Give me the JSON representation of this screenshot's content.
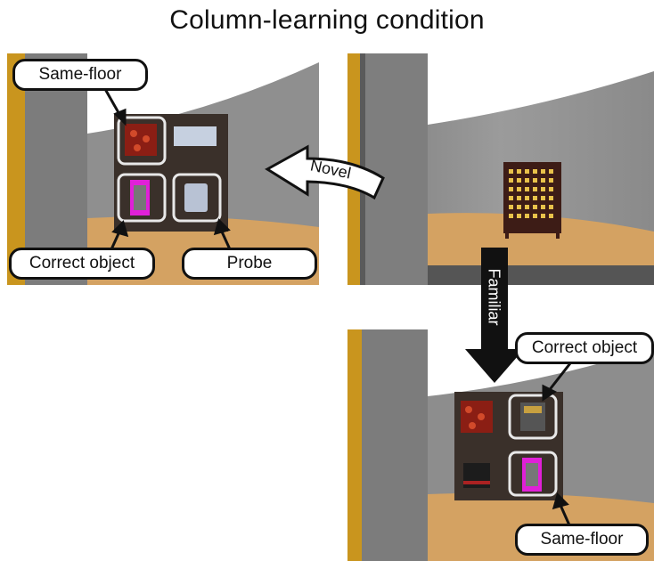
{
  "title": "Column-learning condition",
  "arrows": {
    "novel": "Novel",
    "familiar": "Familiar"
  },
  "callouts": {
    "left_same_floor": "Same-floor",
    "left_correct_object": "Correct object",
    "left_probe": "Probe",
    "right_correct_object": "Correct object",
    "right_same_floor": "Same-floor"
  },
  "colors": {
    "wall": "#8c8c8c",
    "floor": "#d4a262",
    "board": "#3a302a",
    "pole": "#c9951e",
    "highlight": "#e8e8e8",
    "magenta": "#e020d8"
  }
}
